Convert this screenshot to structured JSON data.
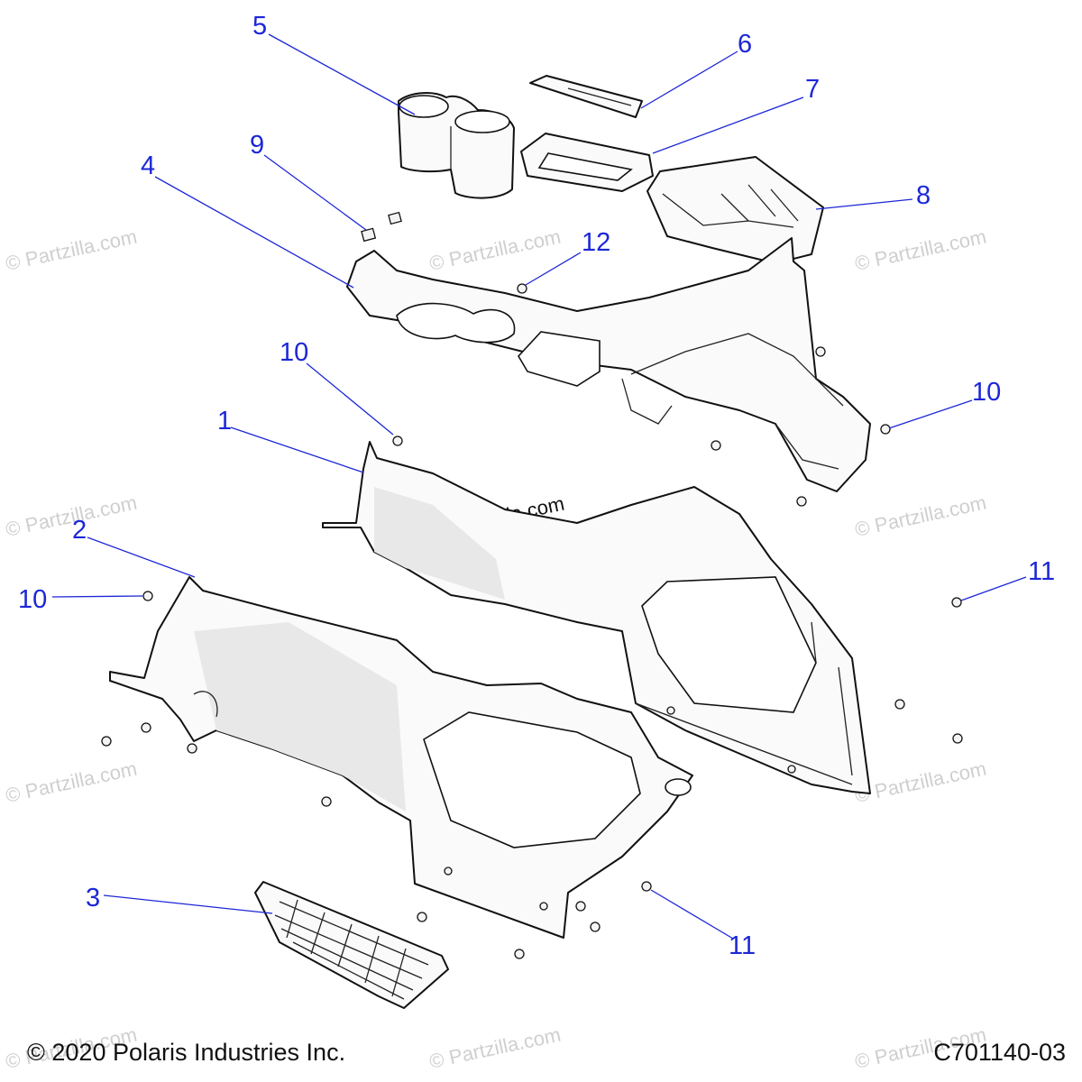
{
  "diagram": {
    "callouts": [
      "5",
      "6",
      "7",
      "9",
      "4",
      "12",
      "8",
      "10",
      "10",
      "1",
      "2",
      "10",
      "11",
      "3",
      "11"
    ],
    "watermark": "© Partzilla.com"
  },
  "footer": {
    "copyright": "© 2020 Polaris Industries Inc.",
    "drawing_number": "C701140-03"
  }
}
